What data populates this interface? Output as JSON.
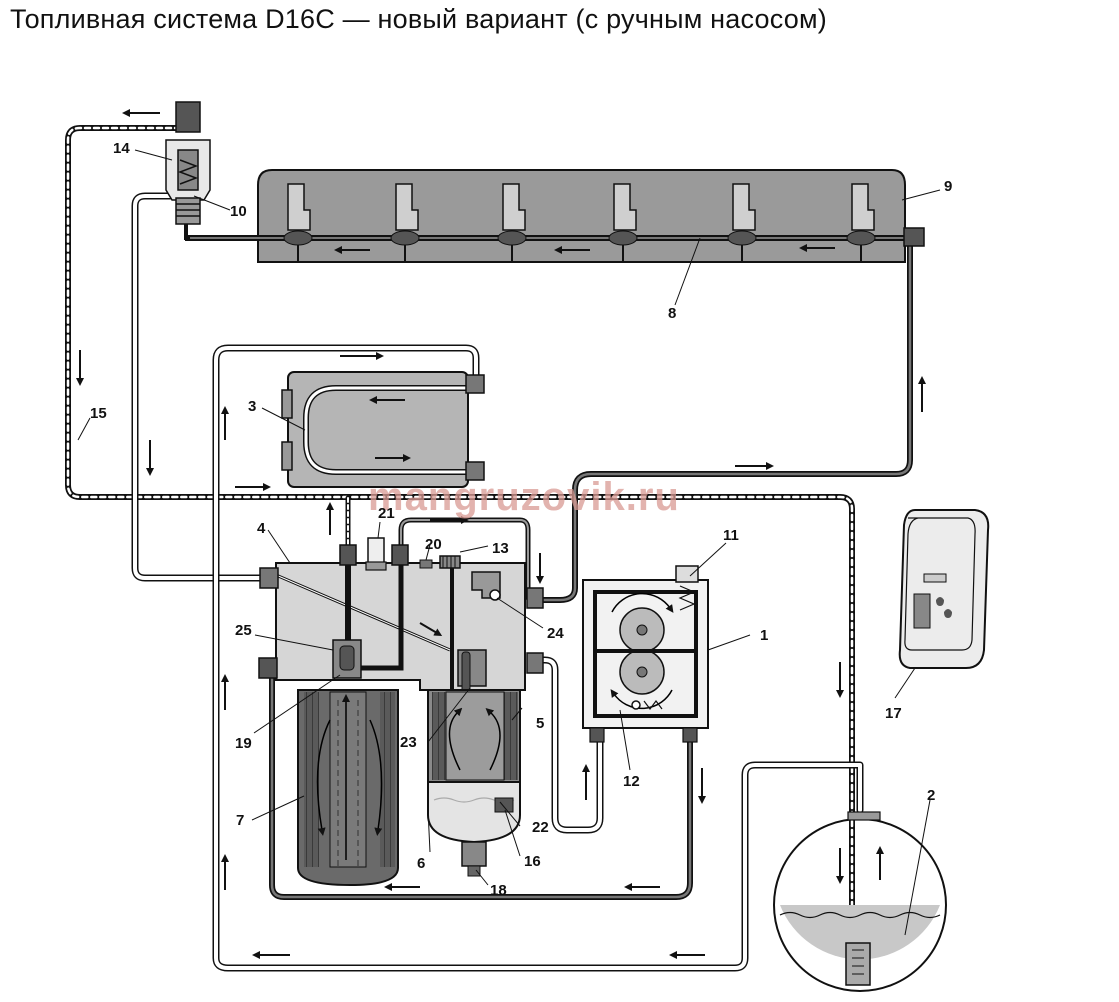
{
  "title": "Топливная система D16C — новый вариант (с ручным насосом)",
  "watermark": "mangruzovik.ru",
  "labels": [
    "1",
    "2",
    "3",
    "4",
    "5",
    "6",
    "7",
    "8",
    "9",
    "10",
    "11",
    "12",
    "13",
    "14",
    "15",
    "16",
    "17",
    "18",
    "19",
    "20",
    "21",
    "22",
    "23",
    "24",
    "25"
  ],
  "colors": {
    "line": "#111111",
    "fill_light": "#d9d9d9",
    "fill_mid": "#bdbdbd",
    "fill_dark": "#6e6e6e",
    "fuel": "#c8c8c8",
    "watermark": "#d99a93"
  }
}
